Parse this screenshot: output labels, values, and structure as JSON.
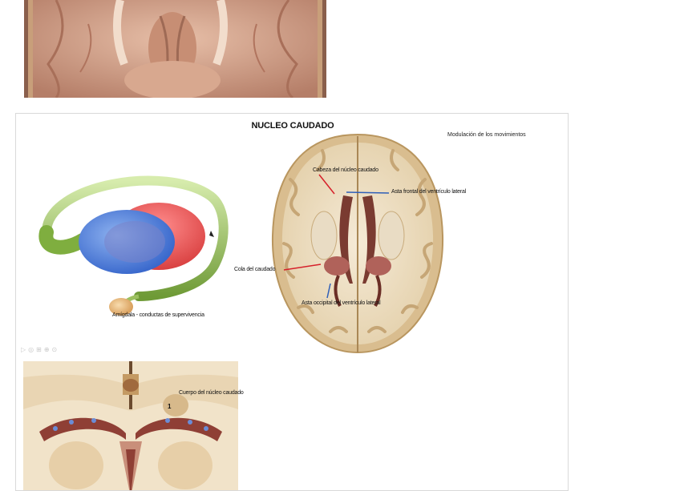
{
  "slide": {
    "title": "NUCLEO CAUDADO",
    "modulation_label": "Modulación de los movimientos",
    "labels": {
      "amygdala": "Amígdala - conductas de supervivencia",
      "caudate_head": "Cabeza del núcleo caudado",
      "frontal_horn": "Asta frontal del ventrículo lateral",
      "caudate_tail": "Cola del caudado",
      "occipital_horn": "Asta occipital del ventrículo lateral",
      "caudate_body": "Cuerpo del núcleo caudado"
    },
    "coronal_marker": "1"
  },
  "controls": {
    "icons": [
      "previous-icon",
      "back-icon",
      "slides-icon",
      "zoom-icon",
      "more-icon"
    ]
  },
  "colors": {
    "caudate": "#86b246",
    "putamen_blue": "#3f73d6",
    "thalamus_red": "#e24a4a",
    "leader_red": "#d6202a",
    "leader_blue": "#2f5fb8",
    "brain_tissue": "#ecdcc0"
  }
}
